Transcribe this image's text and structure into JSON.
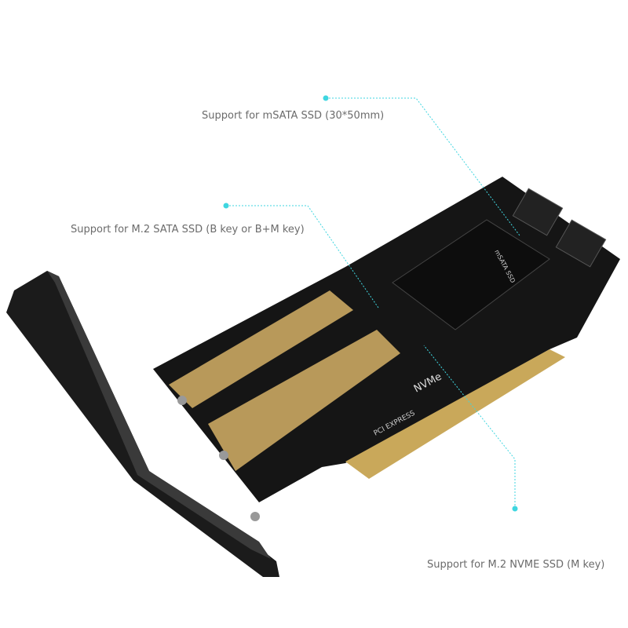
{
  "callouts": [
    {
      "text": "Support for mSATA SSD (30*50mm)"
    },
    {
      "text": "Support for M.2 SATA SSD (B key or B+M key)"
    },
    {
      "text": "Support for M.2 NVME SSD (M key)"
    }
  ],
  "board_markings": {
    "nvme": "NVMe",
    "msata": "mSATA SSD",
    "pci": "PCI EXPRESS"
  },
  "colors": {
    "callout_line": "#3fd6e0",
    "pcb": "#141414",
    "gold": "#c9a85a",
    "text": "#6b6b6b"
  }
}
